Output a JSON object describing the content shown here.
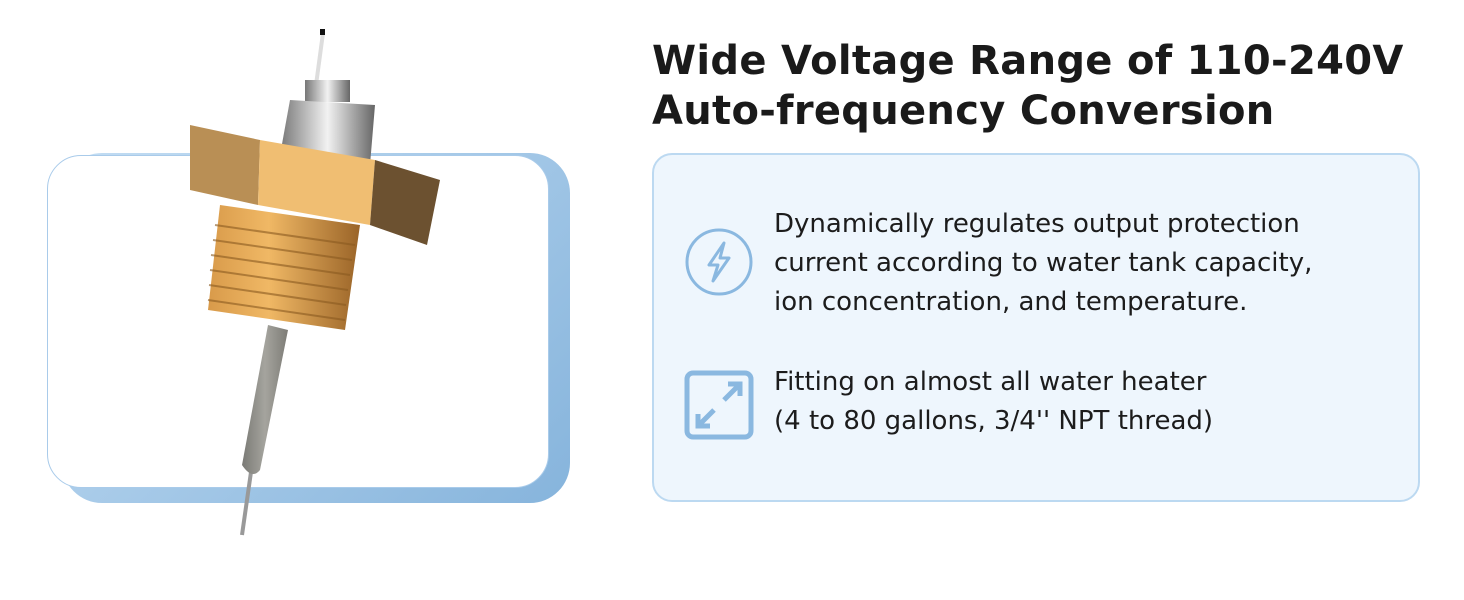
{
  "title": {
    "line1": "Wide Voltage Range of 110-240V",
    "line2": "Auto-frequency Conversion"
  },
  "features": [
    {
      "icon": "lightning-icon",
      "lines": [
        "Dynamically regulates output protection",
        "current according to water tank capacity,",
        "ion concentration, and temperature."
      ]
    },
    {
      "icon": "expand-arrows-icon",
      "lines": [
        "Fitting on almost all water heater",
        "(4 to 80 gallons, 3/4'' NPT thread)"
      ]
    }
  ],
  "colors": {
    "accent": "#8ab8e0",
    "panel_bg": "#eef6fd",
    "panel_border": "#bcd9f1",
    "brass": "#e8b66a"
  }
}
